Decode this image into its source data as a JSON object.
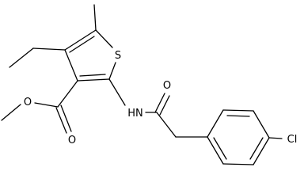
{
  "atom_labels": {
    "ring_sulfur": "S",
    "ester_carbonyl_oxygen": "O",
    "ester_ether_oxygen": "O",
    "amide_nitrogen": "HN",
    "amide_oxygen": "O",
    "chlorine": "Cl"
  },
  "colors": {
    "bonds": "#000000",
    "labels": "#000000",
    "background": "#ffffff"
  }
}
